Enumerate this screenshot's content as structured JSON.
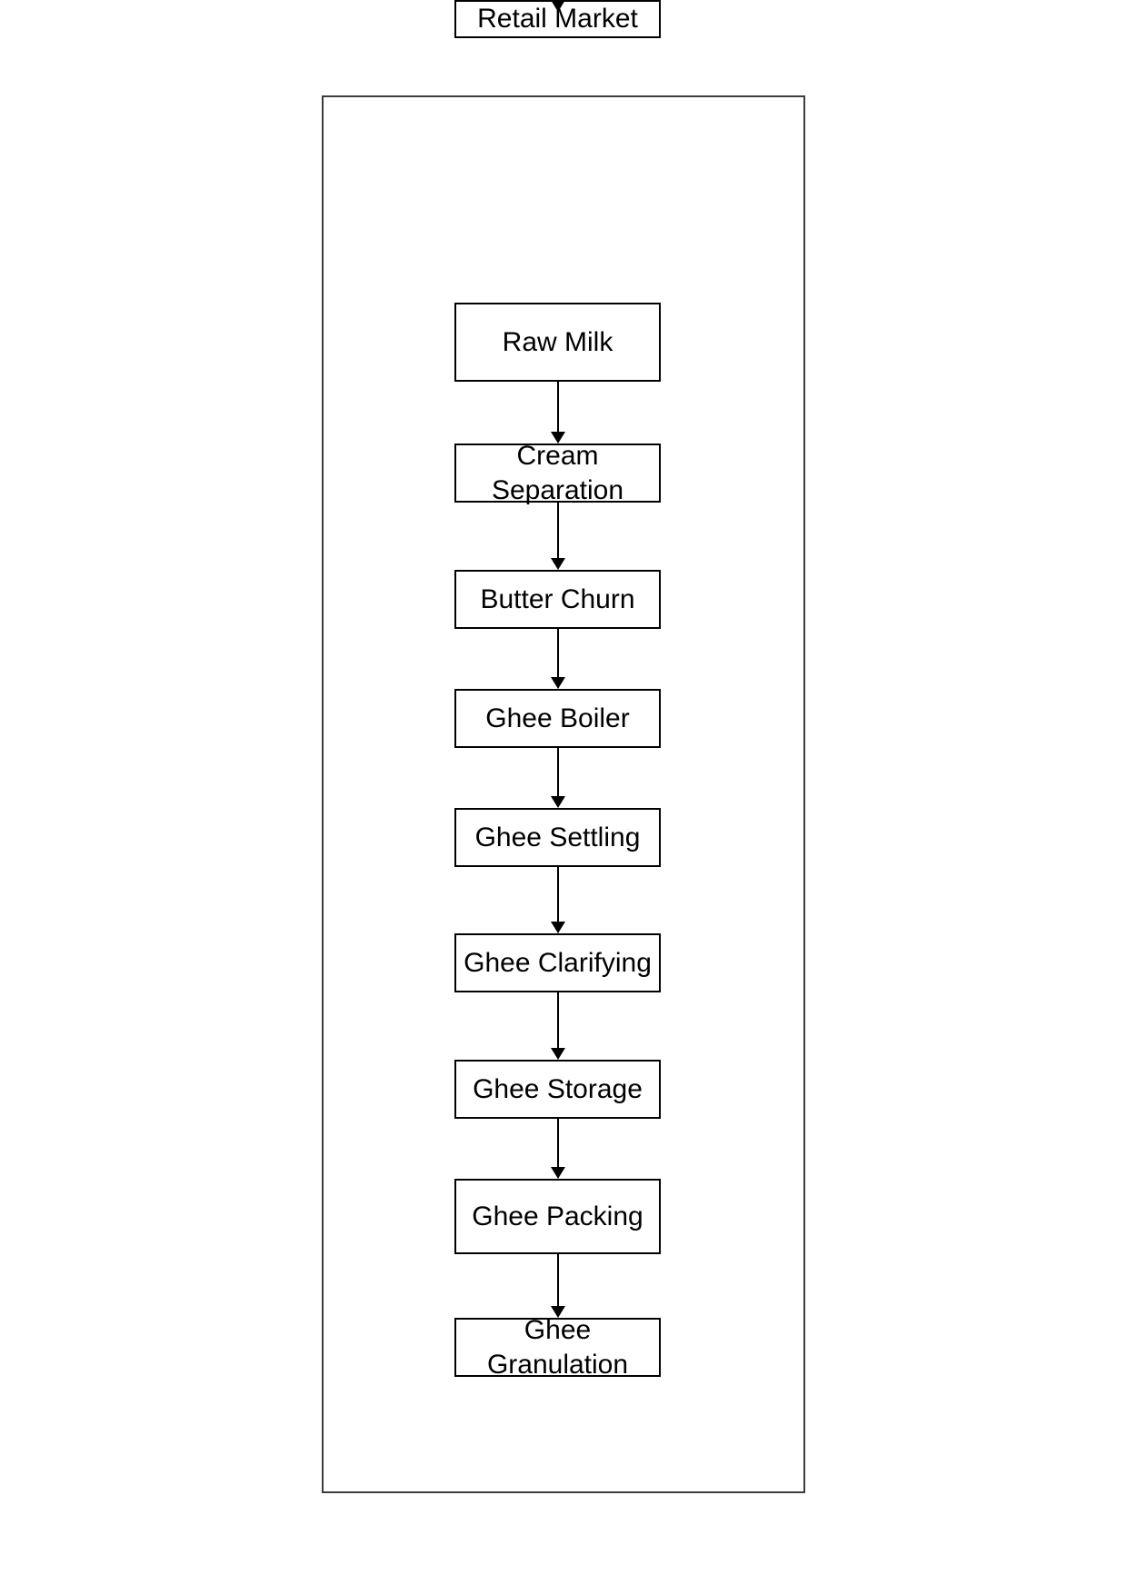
{
  "diagram": {
    "type": "flowchart",
    "direction": "top-to-bottom",
    "nodes": [
      {
        "id": "raw-milk",
        "label": "Raw Milk"
      },
      {
        "id": "cream-separation",
        "label": "Cream Separation"
      },
      {
        "id": "butter-churn",
        "label": "Butter Churn"
      },
      {
        "id": "ghee-boiler",
        "label": "Ghee Boiler"
      },
      {
        "id": "ghee-settling",
        "label": "Ghee Settling"
      },
      {
        "id": "ghee-clarifying",
        "label": "Ghee Clarifying"
      },
      {
        "id": "ghee-storage",
        "label": "Ghee Storage"
      },
      {
        "id": "ghee-packing",
        "label": "Ghee Packing"
      },
      {
        "id": "ghee-granulation",
        "label": "Ghee Granulation"
      },
      {
        "id": "retail-market",
        "label": "Retail Market"
      }
    ],
    "edges": [
      [
        "raw-milk",
        "cream-separation"
      ],
      [
        "cream-separation",
        "butter-churn"
      ],
      [
        "butter-churn",
        "ghee-boiler"
      ],
      [
        "ghee-boiler",
        "ghee-settling"
      ],
      [
        "ghee-settling",
        "ghee-clarifying"
      ],
      [
        "ghee-clarifying",
        "ghee-storage"
      ],
      [
        "ghee-storage",
        "ghee-packing"
      ],
      [
        "ghee-packing",
        "ghee-granulation"
      ],
      [
        "ghee-granulation",
        "retail-market"
      ]
    ]
  },
  "colors": {
    "background": "#ffffff",
    "node_border": "#000000",
    "outer_border": "#3d3d3d",
    "text": "#000000",
    "arrow": "#000000"
  }
}
